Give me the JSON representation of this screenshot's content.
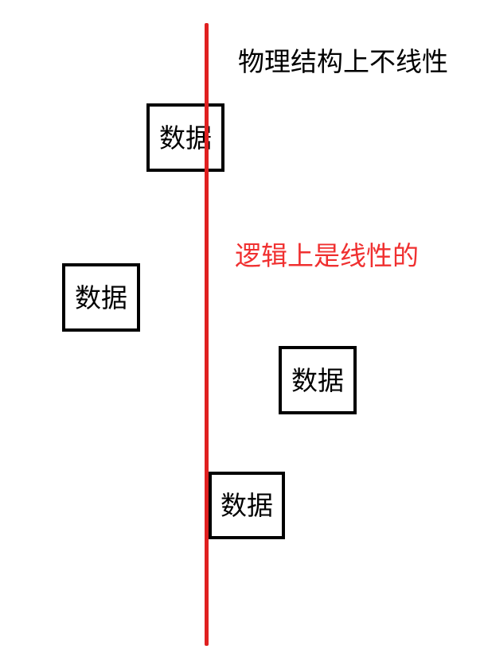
{
  "annotations": {
    "physical_text": "物理结构上不线性",
    "logical_text": "逻辑上是线性的"
  },
  "nodes": [
    {
      "label": "数据"
    },
    {
      "label": "数据"
    },
    {
      "label": "数据"
    },
    {
      "label": "数据"
    }
  ],
  "colors": {
    "line": "#e02020",
    "logical_text": "#f03030",
    "text": "#000000",
    "box_border": "#000000",
    "background": "#ffffff"
  }
}
